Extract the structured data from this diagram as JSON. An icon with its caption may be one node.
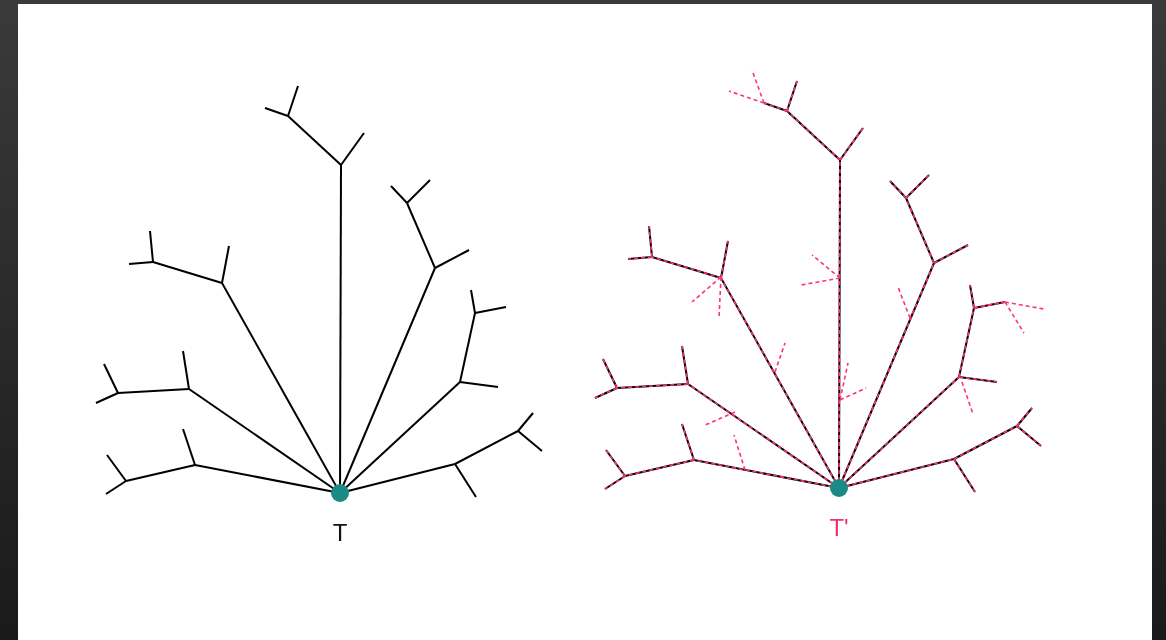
{
  "diagram": {
    "nodes": [
      {
        "text": [],
        "shape": "circle",
        "beside": [
          "T"
        ]
      },
      {
        "text": [],
        "shape": "circle",
        "beside": [
          "T'"
        ]
      }
    ]
  }
}
